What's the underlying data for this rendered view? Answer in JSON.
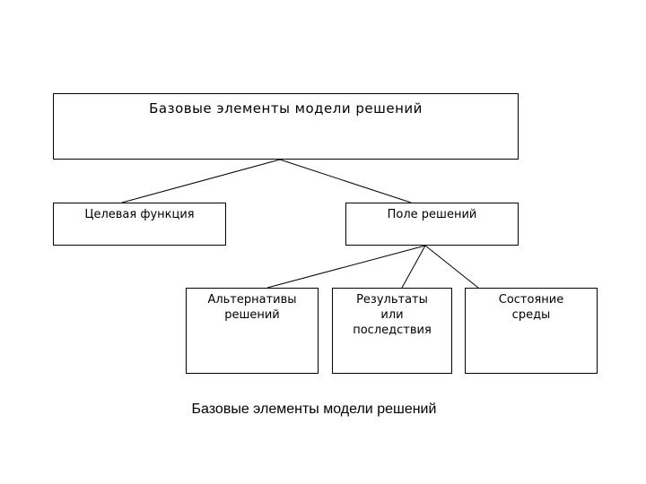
{
  "diagram": {
    "root": "Базовые элементы модели решений",
    "goal": "Целевая функция",
    "field": "Поле решений",
    "children": [
      "Альтернативы\nрешений",
      "Результаты\nили\nпоследствия",
      "Состояние\nсреды"
    ]
  },
  "caption": "Базовые элементы модели решений"
}
